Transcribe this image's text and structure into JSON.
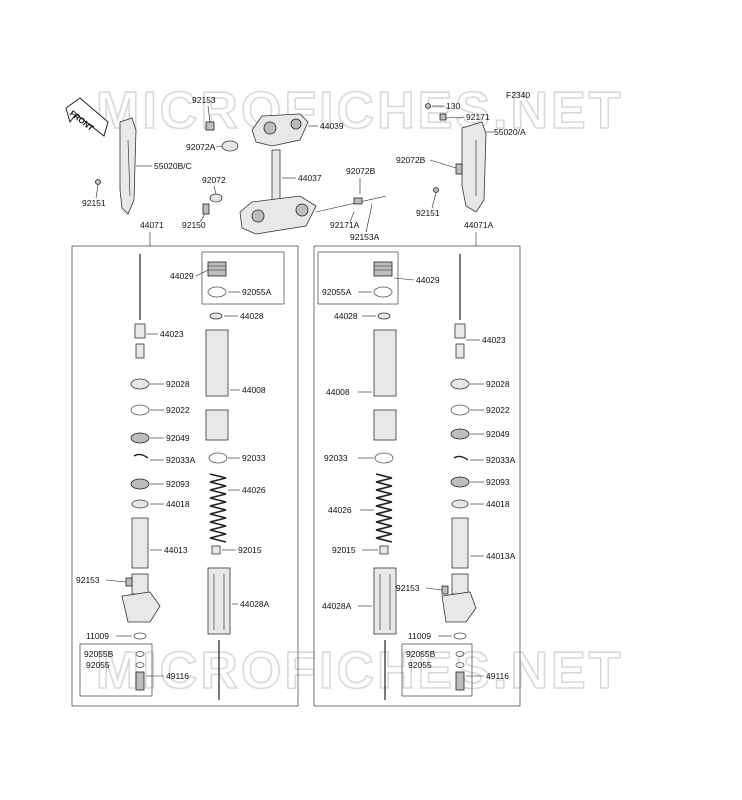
{
  "watermark": {
    "text": "MICROFICHES.NET"
  },
  "figure_code": "F2340",
  "front_arrow": {
    "label": "FRONT"
  },
  "labels": {
    "p130": "130",
    "p92171_top": "92171",
    "p55020a": "55020/A",
    "p92072b_r": "92072B",
    "p92151_r": "92151",
    "p44071a": "44071A",
    "p92153_top": "92153",
    "p44039": "44039",
    "p92072a": "92072A",
    "p92072": "92072",
    "p44037": "44037",
    "p92150": "92150",
    "p92072b_mid": "92072B",
    "p92171a": "92171A",
    "p92153a": "92153A",
    "p55020bc": "55020B/C",
    "p92151_l": "92151",
    "p44071": "44071",
    "L_44029": "44029",
    "L_92055A": "92055A",
    "L_44028": "44028",
    "L_44023": "44023",
    "L_44008": "44008",
    "L_92028": "92028",
    "L_92022": "92022",
    "L_92049": "92049",
    "L_92033A": "92033A",
    "L_92033": "92033",
    "L_92093": "92093",
    "L_44026": "44026",
    "L_44018": "44018",
    "L_44013": "44013",
    "L_92015": "92015",
    "L_92153": "92153",
    "L_44028A": "44028A",
    "L_11009": "11009",
    "L_92055B": "92055B",
    "L_92055": "92055",
    "L_49116": "49116",
    "R_44029": "44029",
    "R_92055A": "92055A",
    "R_44028": "44028",
    "R_44023": "44023",
    "R_44008": "44008",
    "R_92028": "92028",
    "R_92022": "92022",
    "R_92049": "92049",
    "R_92033": "92033",
    "R_92033A": "92033A",
    "R_92093": "92093",
    "R_44026": "44026",
    "R_44018": "44018",
    "R_92015": "92015",
    "R_44013A": "44013A",
    "R_92153": "92153",
    "R_44028A": "44028A",
    "R_11009": "11009",
    "R_92055B": "92055B",
    "R_92055": "92055",
    "R_49116": "49116"
  }
}
